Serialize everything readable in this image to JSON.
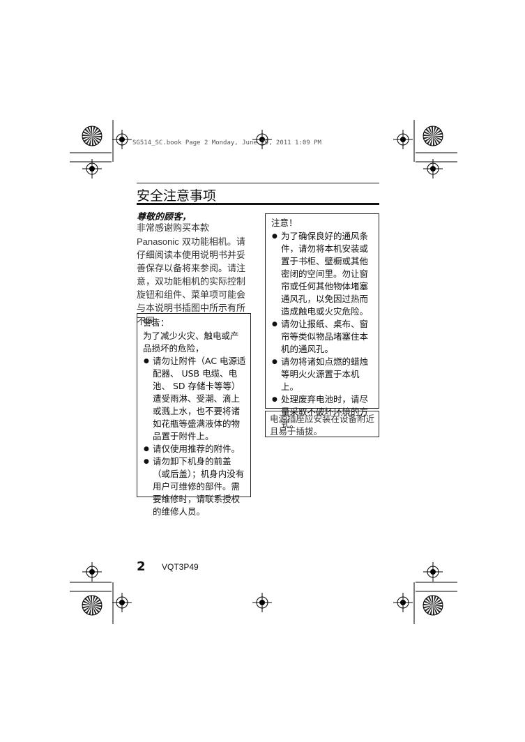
{
  "header_line": "SG514_SC.book  Page 2  Monday, June 20, 2011  1:09 PM",
  "title": "安全注意事项",
  "greeting": "尊敬的顾客，",
  "intro": {
    "line1": "非常感谢购买本款",
    "brand": "Panasonic",
    "rest": " 双功能相机。请仔细阅读本使用说明书并妥善保存以备将来参阅。请注意，双功能相机的实际控制旋钮和组件、菜单项可能会与本说明书插图中所示有所不同。"
  },
  "warning": {
    "head": "警告：",
    "lead": "为了减少火灾、触电或产品损坏的危险，",
    "items": [
      "请勿让附件（AC 电源适配器、 USB 电缆、电池、 SD 存储卡等等）遭受雨淋、受潮、滴上或溅上水，也不要将诸如花瓶等盛满液体的物品置于附件上。",
      "请仅使用推荐的附件。",
      "请勿卸下机身的前盖（或后盖）；机身内没有用户可维修的部件。需要维修时，请联系授权的维修人员。"
    ]
  },
  "caution": {
    "head": "注意！",
    "items": [
      "为了确保良好的通风条件，请勿将本机安装或置于书柜、壁橱或其他密闭的空间里。勿让窗帘或任何其他物体堵塞通风孔，以免因过热而造成触电或火灾危险。",
      "请勿让报纸、桌布、窗帘等类似物品堵塞住本机的通风孔。",
      "请勿将诸如点燃的蜡烛等明火火源置于本机上。",
      "处理废弃电池时，请尽量采取不破坏环境的方式。"
    ]
  },
  "outlet_note": "电源插座应安装在设备附近且易于插拔。",
  "footer": {
    "page_number": "2",
    "doc_code": "VQT3P49"
  }
}
